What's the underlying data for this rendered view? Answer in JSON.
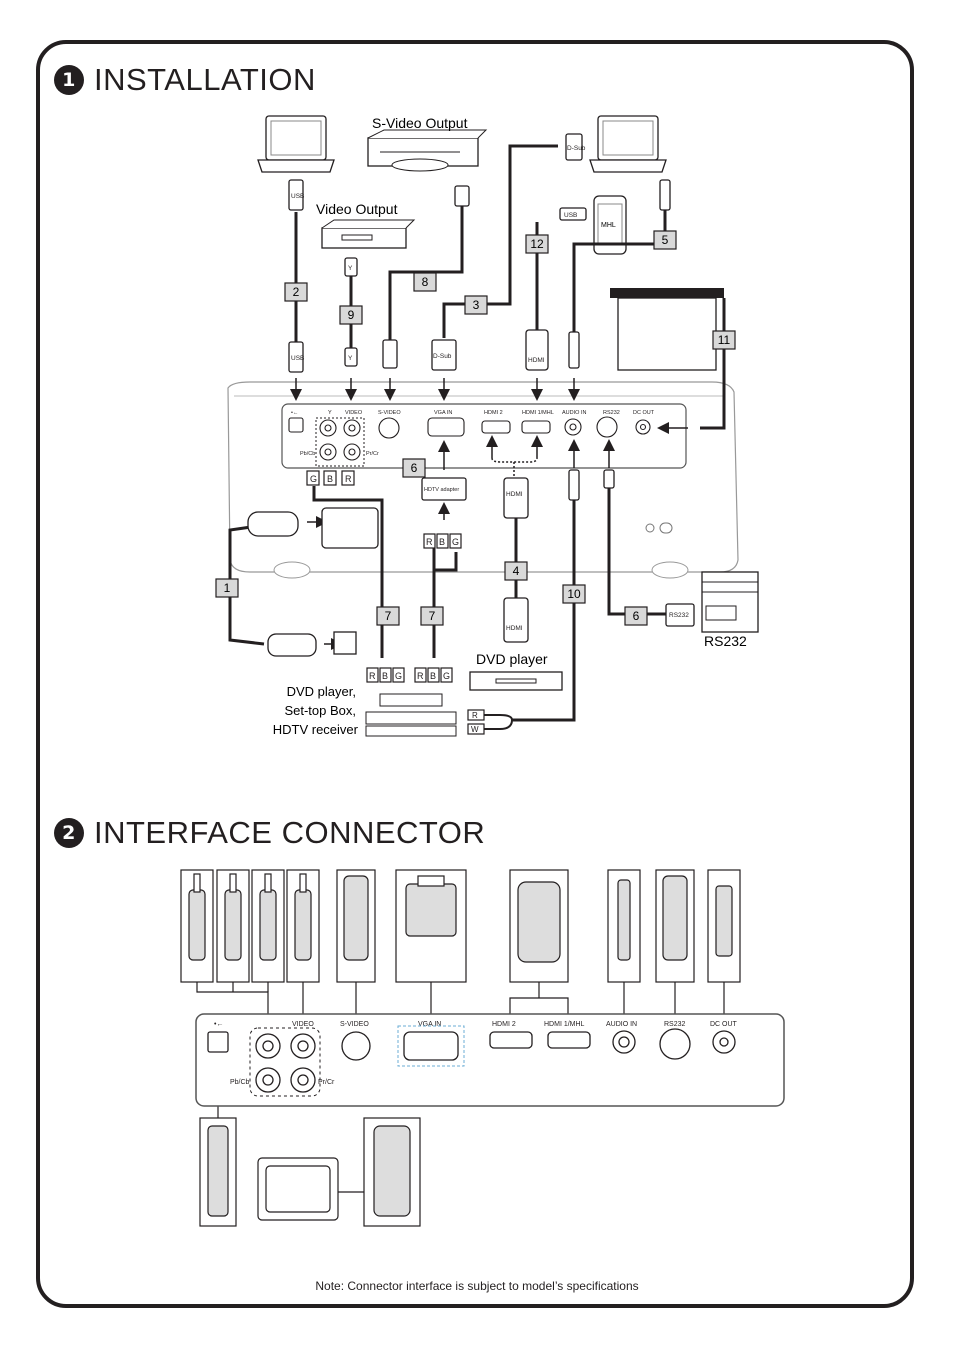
{
  "section1": {
    "number": "1",
    "title": "INSTALLATION"
  },
  "section2": {
    "number": "2",
    "title": "INTERFACE CONNECTOR"
  },
  "devices": {
    "svideo_output": "S-Video Output",
    "video_output": "Video Output",
    "dvd_player": "DVD player",
    "rs232": "RS232",
    "dvd_stb_line1": "DVD player,",
    "dvd_stb_line2": "Set-top Box,",
    "dvd_stb_line3": "HDTV receiver",
    "mhl_phone": "MHL"
  },
  "cables": [
    "1",
    "2",
    "3",
    "4",
    "5",
    "6",
    "6",
    "7",
    "7",
    "8",
    "9",
    "10",
    "11",
    "12"
  ],
  "connector_labels": {
    "usb": "USB",
    "dsub": "D-Sub",
    "hdmi": "HDMI",
    "hdtv_adapter": "HDTV adapter",
    "y": "Y",
    "r": "R",
    "g": "G",
    "b": "B",
    "w": "W",
    "rs232": "RS232"
  },
  "panel_labels": {
    "y": "Y",
    "video": "VIDEO",
    "svideo": "S-VIDEO",
    "vga_in": "VGA IN",
    "hdmi2": "HDMI 2",
    "hdmi1_mhl": "HDMI 1/MHL",
    "audio_in": "AUDIO IN",
    "rs232": "RS232",
    "dc_out": "DC OUT",
    "pb_cb": "Pb/Cb",
    "pr_cr": "Pr/Cr",
    "usb_sym": "•←"
  },
  "note": "Note: Connector interface is subject to model’s specifications"
}
